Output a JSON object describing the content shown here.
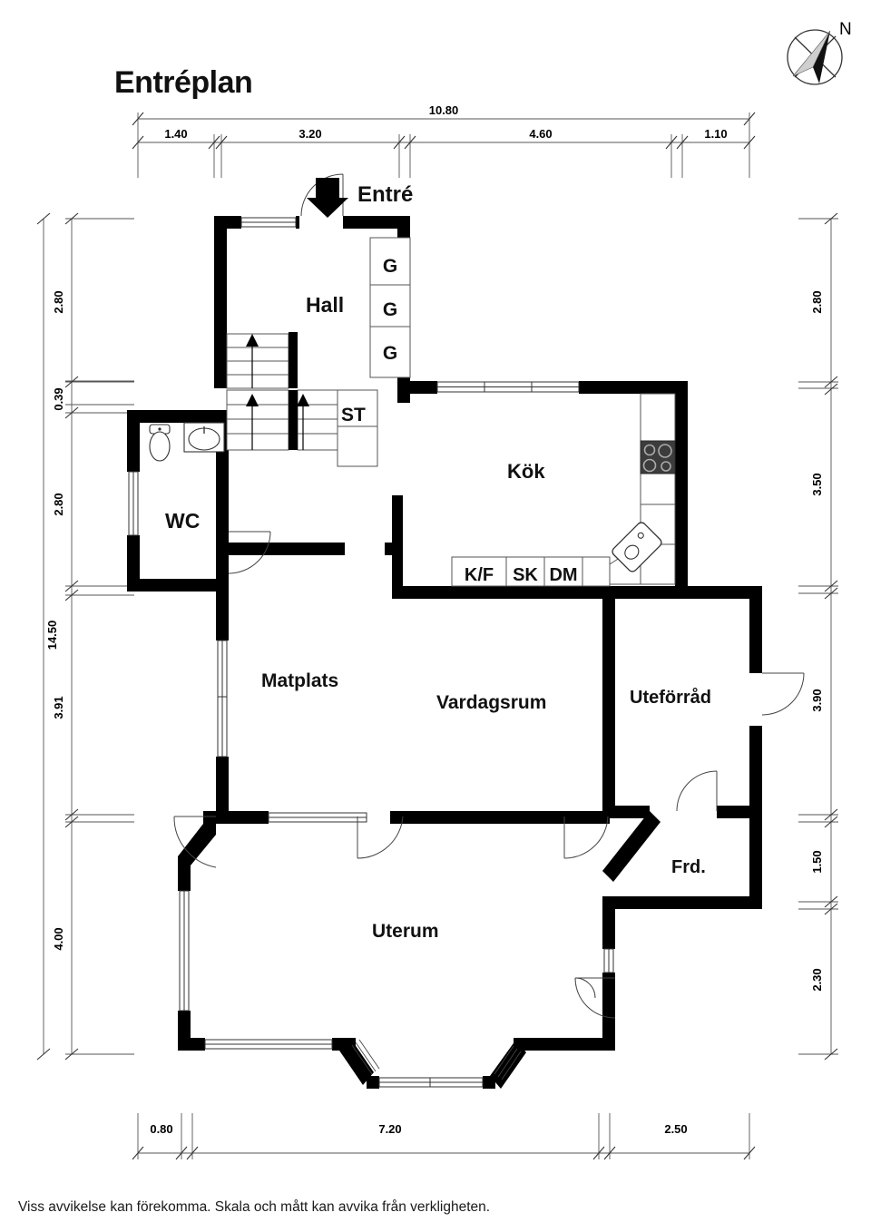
{
  "title": "Entréplan",
  "footer": "Viss avvikelse kan förekomma. Skala och mått kan avvika från verkligheten.",
  "compass": {
    "north_label": "N"
  },
  "dimensions": {
    "top_total": "10.80",
    "top_segments": [
      "1.40",
      "3.20",
      "4.60",
      "1.10"
    ],
    "left_total": "14.50",
    "left_segments": [
      "2.80",
      "0.39",
      "2.80",
      "3.91",
      "4.00"
    ],
    "right_segments": [
      "2.80",
      "3.50",
      "3.90",
      "1.50",
      "2.30"
    ],
    "bottom_segments": [
      "0.80",
      "7.20",
      "2.50"
    ]
  },
  "rooms": [
    {
      "key": "entre",
      "label": "Entré"
    },
    {
      "key": "hall",
      "label": "Hall"
    },
    {
      "key": "wc",
      "label": "WC"
    },
    {
      "key": "st",
      "label": "ST"
    },
    {
      "key": "kok",
      "label": "Kök"
    },
    {
      "key": "matplats",
      "label": "Matplats"
    },
    {
      "key": "vardagsrum",
      "label": "Vardagsrum"
    },
    {
      "key": "uteforrad",
      "label": "Uteförråd"
    },
    {
      "key": "frd",
      "label": "Frd."
    },
    {
      "key": "uterum",
      "label": "Uterum"
    }
  ],
  "closets": [
    {
      "key": "g1",
      "label": "G"
    },
    {
      "key": "g2",
      "label": "G"
    },
    {
      "key": "g3",
      "label": "G"
    }
  ],
  "appliances": [
    {
      "key": "kf",
      "label": "K/F"
    },
    {
      "key": "sk",
      "label": "SK"
    },
    {
      "key": "dm",
      "label": "DM"
    }
  ],
  "colors": {
    "wall": "#000000",
    "background": "#ffffff",
    "dimension_line": "#555555",
    "fixture_outline": "#222222",
    "stove": "#3c3c3c"
  }
}
